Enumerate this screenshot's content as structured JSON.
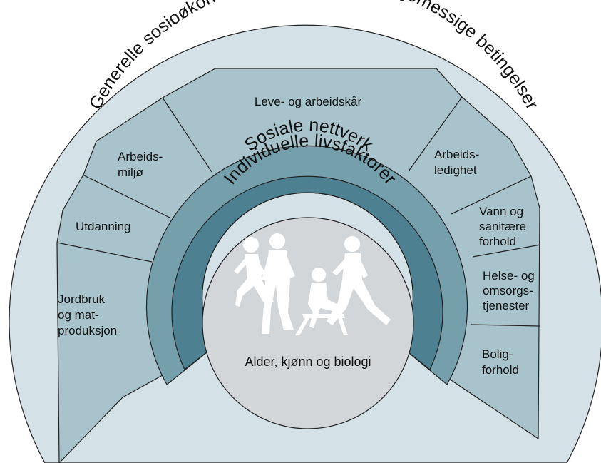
{
  "colors": {
    "outer_ring": "#d4e1e6",
    "sector_fill": "#a9c3cd",
    "social_ring": "#769fac",
    "individual_ring": "#4d8191",
    "core": "#d3d6d8",
    "line": "#222222",
    "figures": "#ffffff",
    "background": "#ffffff"
  },
  "outer_ring": {
    "label": "Generelle sosioøkonomiske, kulturelle og miljømessige betingelser"
  },
  "living_conditions": {
    "top_label": "Leve- og arbeidskår",
    "left_sectors": [
      {
        "lines": [
          "Arbeids-",
          "miljø"
        ]
      },
      {
        "lines": [
          "Utdanning"
        ]
      },
      {
        "lines": [
          "Jordbruk",
          "og mat-",
          "produksjon"
        ]
      }
    ],
    "right_sectors": [
      {
        "lines": [
          "Arbeids-",
          "ledighet"
        ]
      },
      {
        "lines": [
          "Vann og",
          "sanitære",
          "forhold"
        ]
      },
      {
        "lines": [
          "Helse- og",
          "omsorgs-",
          "tjenester"
        ]
      },
      {
        "lines": [
          "Bolig-",
          "forhold"
        ]
      }
    ]
  },
  "social_ring": {
    "label": "Sosiale nettverk"
  },
  "individual_ring": {
    "label": "Individuelle livsfaktorer"
  },
  "core": {
    "label": "Alder, kjønn og biologi",
    "icon": "people-silhouettes-icon"
  }
}
